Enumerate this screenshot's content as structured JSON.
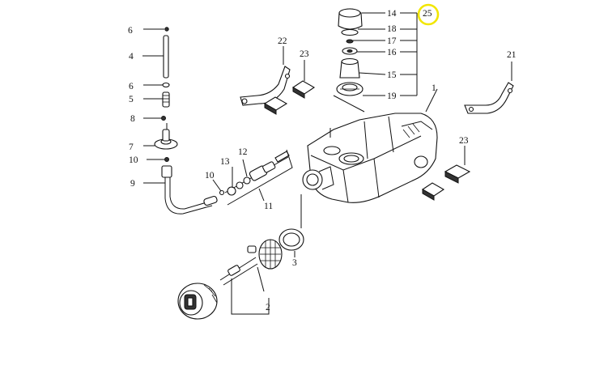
{
  "callouts": {
    "c1": "1",
    "c2": "2",
    "c3": "3",
    "c4": "4",
    "c5": "5",
    "c6a": "6",
    "c6b": "6",
    "c7": "7",
    "c8": "8",
    "c9": "9",
    "c10a": "10",
    "c10b": "10",
    "c11": "11",
    "c12": "12",
    "c13": "13",
    "c14": "14",
    "c15": "15",
    "c16": "16",
    "c17": "17",
    "c18": "18",
    "c19": "19",
    "c21": "21",
    "c22": "22",
    "c23a": "23",
    "c23b": "23",
    "c25": "25"
  },
  "highlight": {
    "target": "25",
    "color": "#f2e600"
  }
}
